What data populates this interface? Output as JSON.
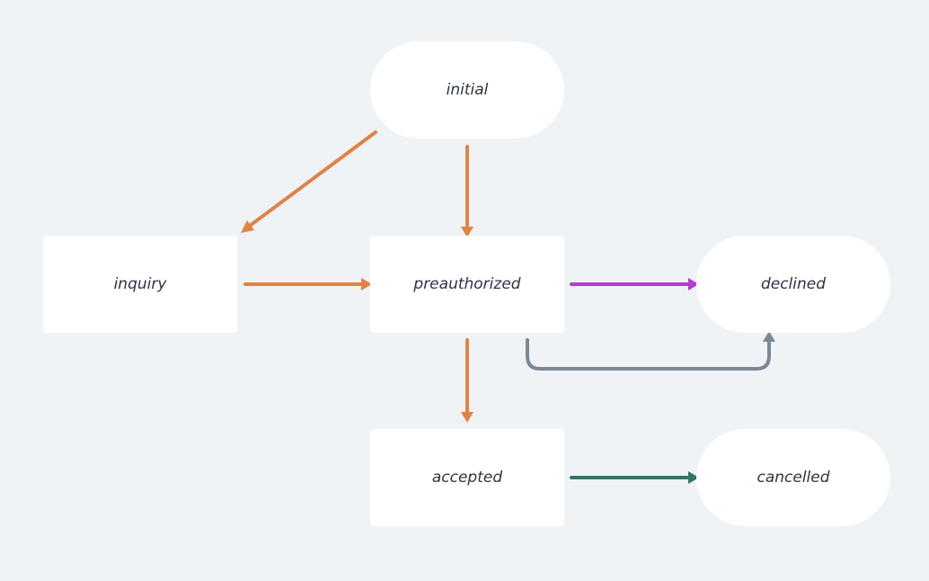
{
  "nodes": {
    "initial": {
      "label": "initial"
    },
    "inquiry": {
      "label": "inquiry"
    },
    "preauthorized": {
      "label": "preauthorized"
    },
    "declined": {
      "label": "declined"
    },
    "accepted": {
      "label": "accepted"
    },
    "cancelled": {
      "label": "cancelled"
    }
  },
  "colors": {
    "background": "#eff3f6",
    "node_fill": "#ffffff",
    "text": "#2a3442",
    "edge_orange": "#de8446",
    "edge_purple": "#b23fcb",
    "edge_gray": "#7b8896",
    "edge_green": "#347565"
  },
  "edges": [
    {
      "from": "initial",
      "to": "inquiry",
      "color": "orange"
    },
    {
      "from": "initial",
      "to": "preauthorized",
      "color": "orange"
    },
    {
      "from": "inquiry",
      "to": "preauthorized",
      "color": "orange"
    },
    {
      "from": "preauthorized",
      "to": "declined",
      "color": "purple"
    },
    {
      "from": "preauthorized",
      "to": "declined",
      "color": "gray"
    },
    {
      "from": "preauthorized",
      "to": "accepted",
      "color": "orange"
    },
    {
      "from": "accepted",
      "to": "cancelled",
      "color": "green"
    }
  ]
}
